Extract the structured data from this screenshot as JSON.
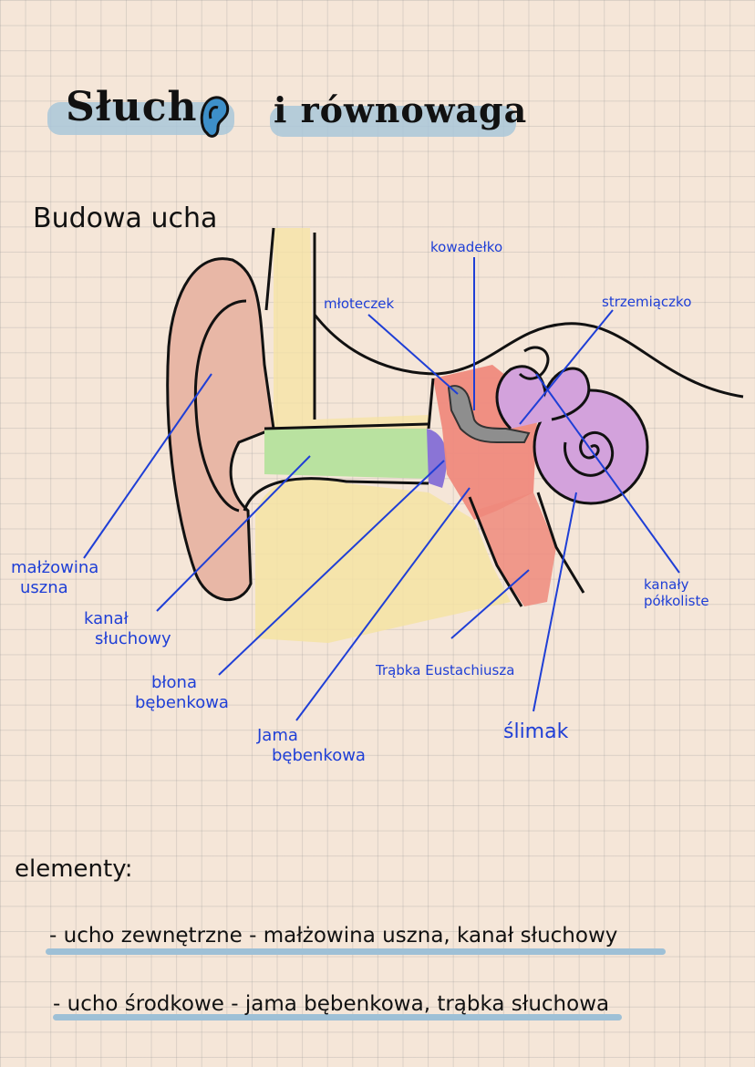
{
  "title": {
    "word1": "Słuch",
    "word2": "i równowaga",
    "icon": "ear-icon"
  },
  "subtitle": "Budowa ucha",
  "labels": {
    "malzowina": [
      "małżowina",
      "uszna"
    ],
    "kanal": [
      "kanał",
      "słuchowy"
    ],
    "blona": [
      "błona",
      "bębenkowa"
    ],
    "jama": [
      "Jama",
      "bębenkowa"
    ],
    "mloteczek": "młoteczek",
    "kowadelko": "kowadełko",
    "strzemiaczko": "strzemiączko",
    "kanaly": [
      "kanały",
      "półkoliste"
    ],
    "trabka": "Trąbka Eustachiusza",
    "slimak": "ślimak"
  },
  "elements": {
    "heading": "elementy:",
    "items": [
      "- ucho zewnętrzne - małżowina uszna, kanał słuchowy",
      "- ucho środkowe - jama bębenkowa, trąbka słuchowa"
    ]
  },
  "colors": {
    "background": "#f5e6d8",
    "label_blue": "#1f3fd6",
    "highlight": "#a9c7d9",
    "pinna": "#e8b7a6",
    "canal_green": "#b9e2a0",
    "middle_red": "#ef8a7d",
    "inner_purple": "#d3a2dc",
    "skin_yellow": "#f5e3a3"
  }
}
